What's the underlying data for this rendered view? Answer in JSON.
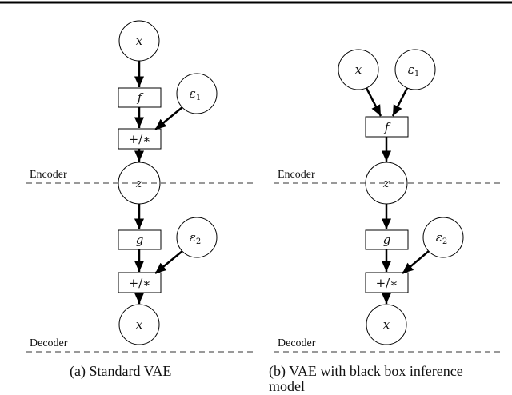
{
  "labels": {
    "x": "x",
    "f": "f",
    "g": "g",
    "z": "z",
    "eps1": "ε",
    "eps1_sub": "1",
    "eps2": "ε",
    "eps2_sub": "2",
    "op": "+/∗"
  },
  "sections": {
    "encoder": "Encoder",
    "decoder": "Decoder"
  },
  "captions": {
    "left": "(a) Standard VAE",
    "right_line1": "(b) VAE with black box inference",
    "right_line2": "model"
  }
}
